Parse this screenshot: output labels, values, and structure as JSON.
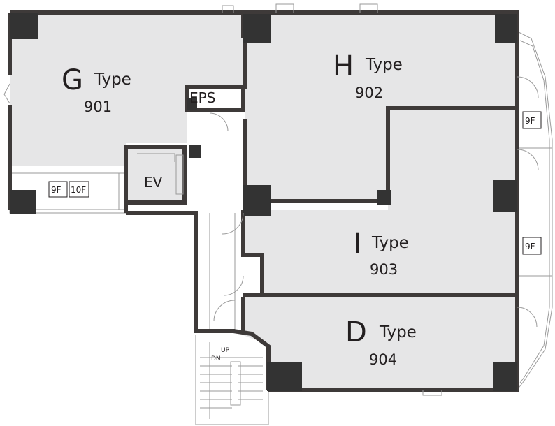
{
  "rooms": {
    "g": {
      "letter": "G",
      "type_word": "Type",
      "number": "901"
    },
    "h": {
      "letter": "H",
      "type_word": "Type",
      "number": "902"
    },
    "i": {
      "letter": "I",
      "type_word": "Type",
      "number": "903"
    },
    "d": {
      "letter": "D",
      "type_word": "Type",
      "number": "904"
    }
  },
  "labels": {
    "eps": "EPS",
    "ev": "EV",
    "stair_up": "UP",
    "stair_dn": "DN"
  },
  "floor_tags": {
    "left_a": "9F",
    "left_b": "10F",
    "right_top": "9F",
    "right_mid": "9F"
  },
  "colors": {
    "room_fill": "#e6e6e7",
    "wall": "#3e3a39",
    "column": "#333333",
    "thin_line": "#9a9a9a"
  }
}
